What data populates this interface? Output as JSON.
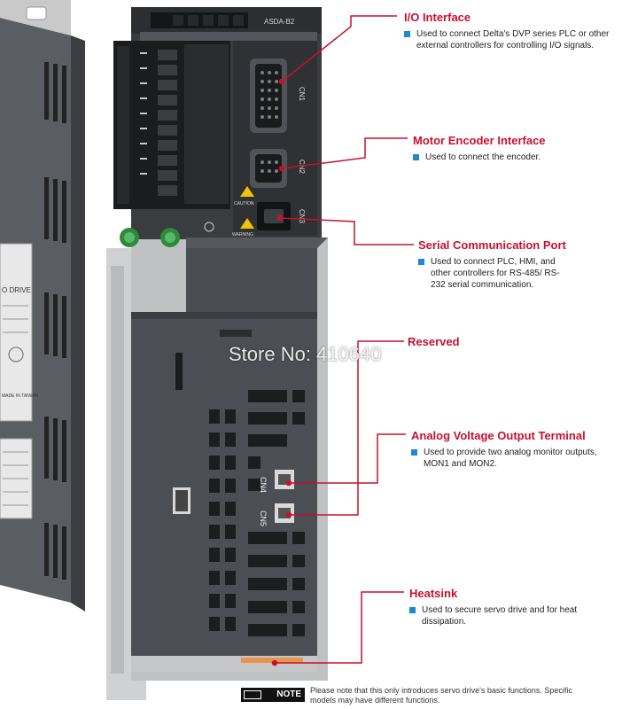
{
  "watermark": "Store No: 410640",
  "accent_color": "#c8102e",
  "bullet_color": "#1e88d6",
  "product": {
    "side_label": "O DRIVE",
    "side_made_in": "MADE IN TAIWAN",
    "front_brand": "ASDA-B2",
    "port_labels": [
      "CN1",
      "CN2",
      "CN3",
      "CN4",
      "CN5"
    ],
    "caution_label": "CAUTION",
    "warning_label": "WARNING"
  },
  "callouts": [
    {
      "key": "io",
      "title": "I/O Interface",
      "description": "Used to connect Delta's DVP series PLC or other external controllers for controlling I/O signals."
    },
    {
      "key": "encoder",
      "title": "Motor Encoder Interface",
      "description": "Used to connect the encoder."
    },
    {
      "key": "serial",
      "title": "Serial Communication Port",
      "description": "Used to connect PLC, HMI, and other controllers for RS-485/ RS-232 serial communication."
    },
    {
      "key": "reserved",
      "title": "Reserved",
      "description": ""
    },
    {
      "key": "analog",
      "title": "Analog Voltage Output Terminal",
      "description": "Used to provide two analog monitor outputs, MON1 and MON2."
    },
    {
      "key": "heatsink",
      "title": "Heatsink",
      "description": "Used to secure servo drive and for heat dissipation."
    }
  ],
  "note": {
    "badge": "NOTE",
    "text": "Please note that this only introduces servo drive's basic functions. Specific models may have different functions."
  }
}
